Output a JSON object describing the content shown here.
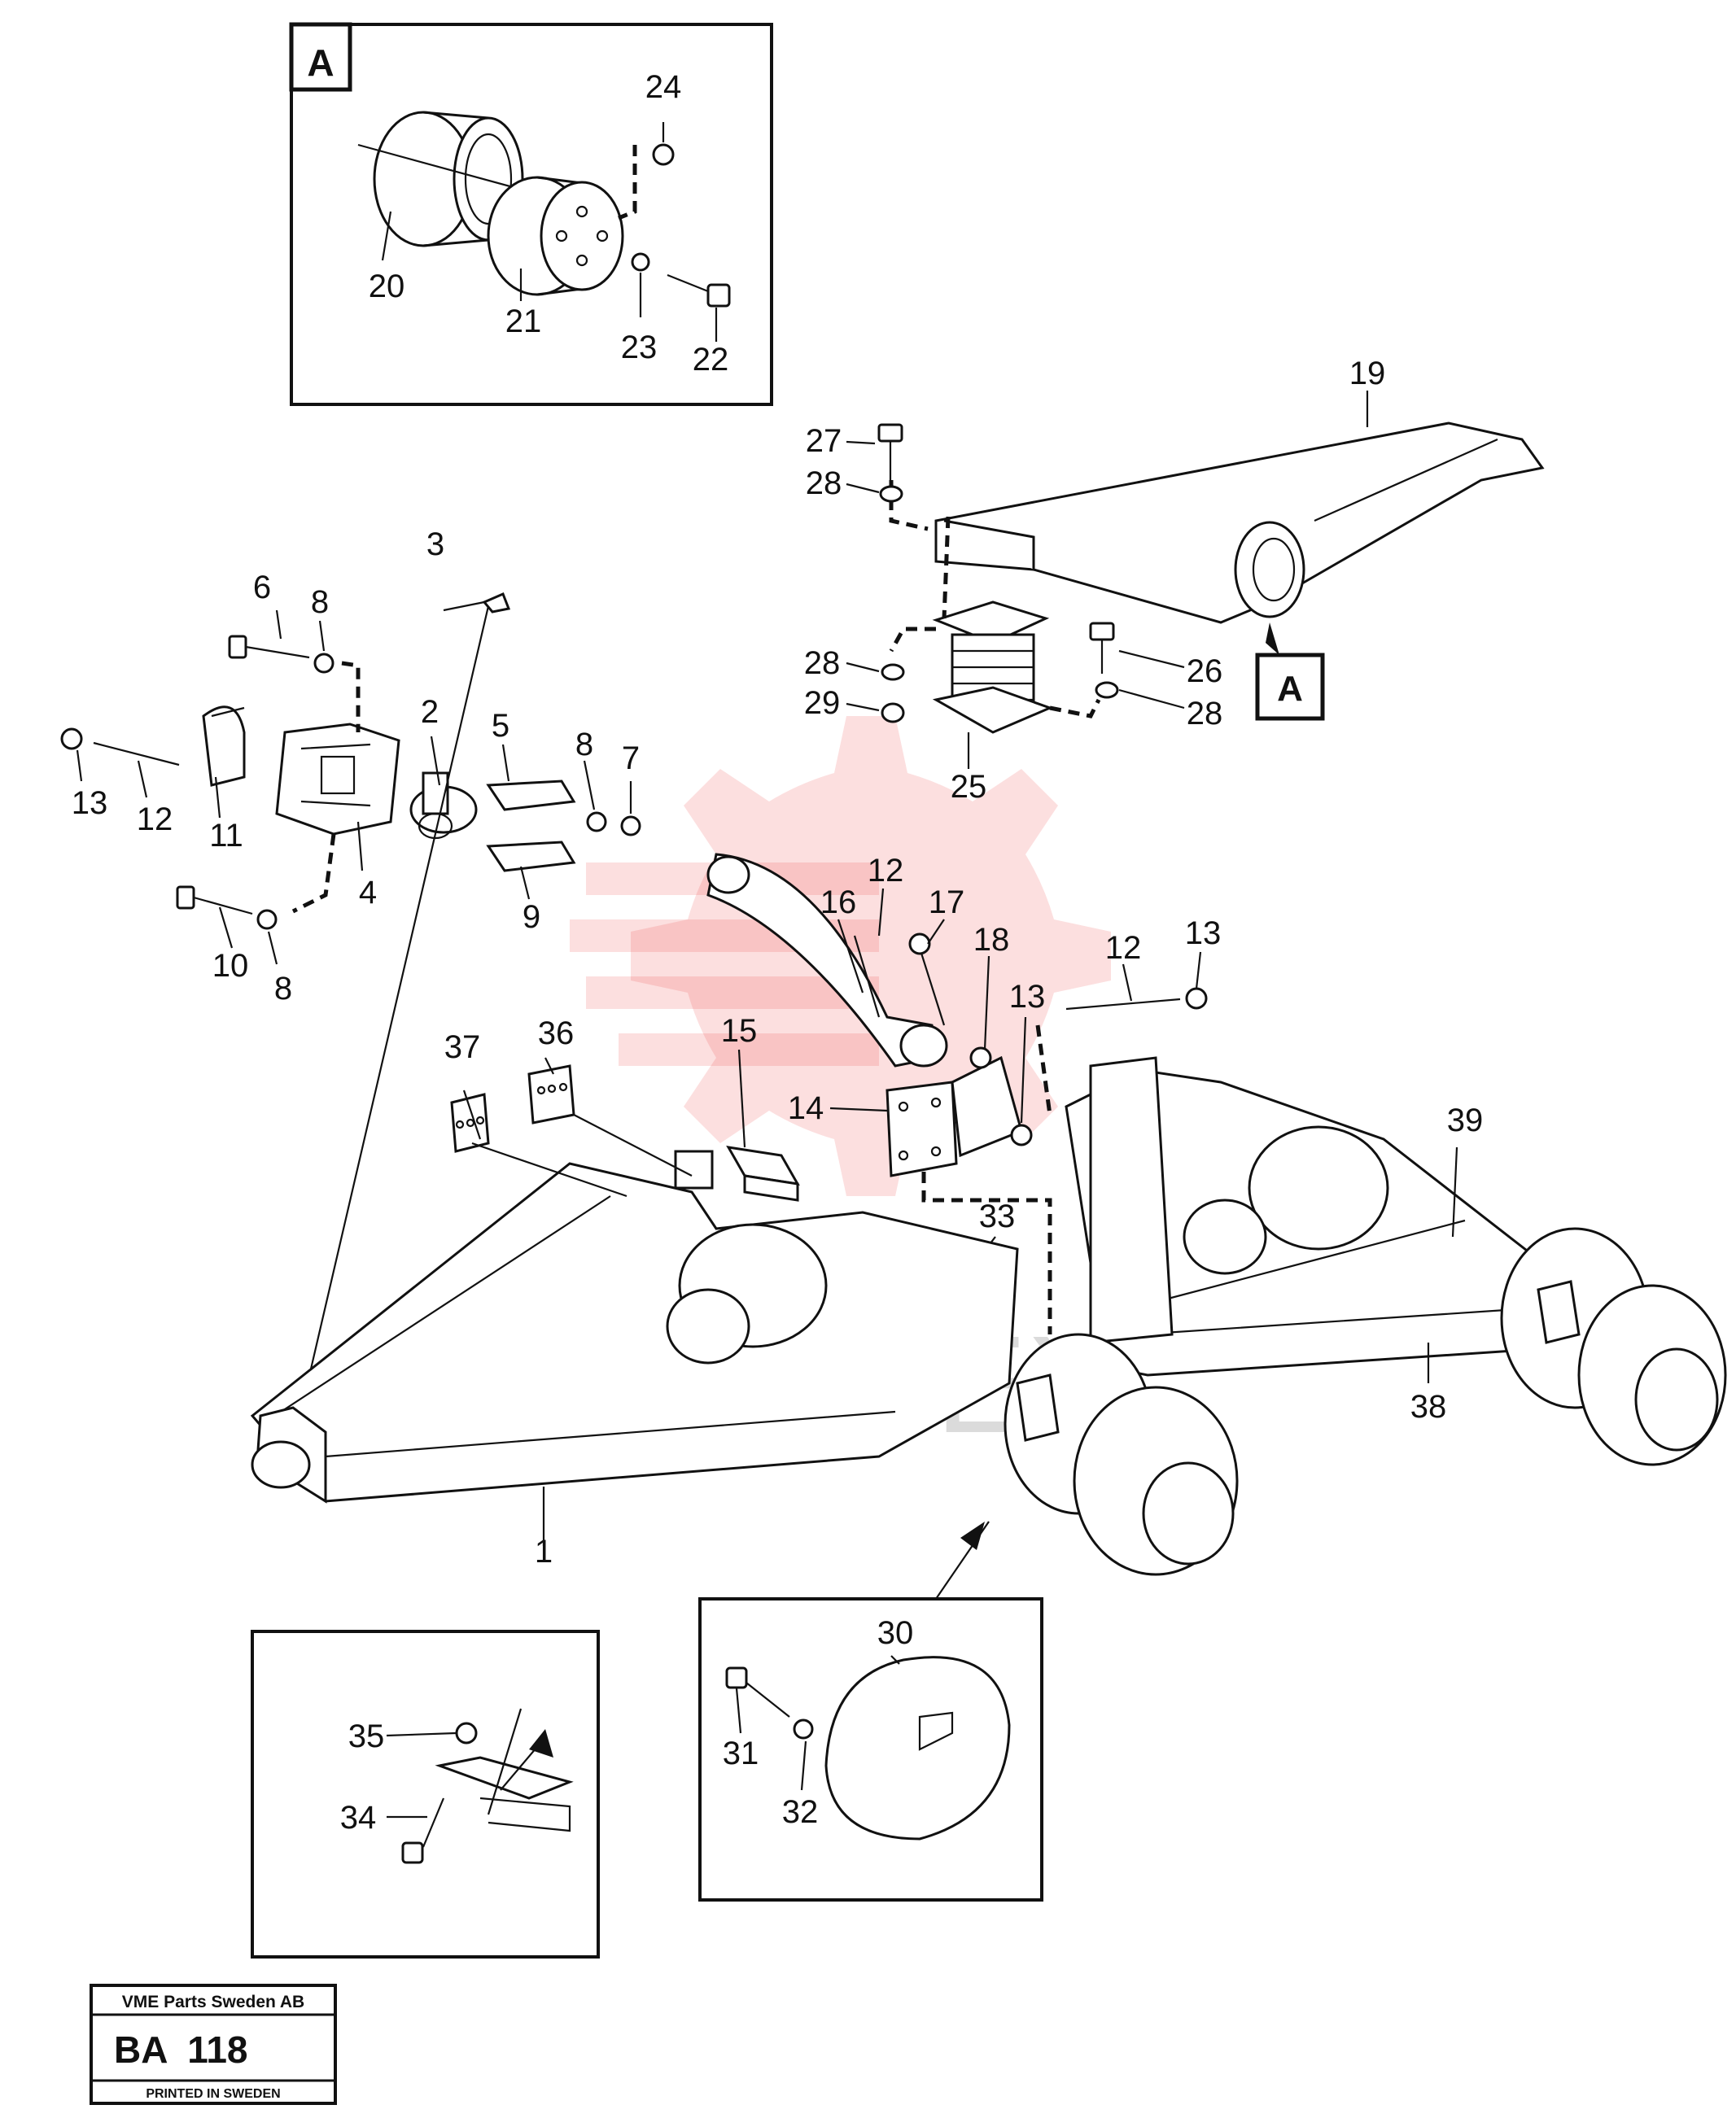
{
  "inset_a": {
    "letter": "A"
  },
  "callout_a": {
    "letter": "A"
  },
  "part_numbers": [
    {
      "id": "n1",
      "text": "1"
    },
    {
      "id": "n2",
      "text": "2"
    },
    {
      "id": "n3",
      "text": "3"
    },
    {
      "id": "n4",
      "text": "4"
    },
    {
      "id": "n5",
      "text": "5"
    },
    {
      "id": "n6",
      "text": "6"
    },
    {
      "id": "n7",
      "text": "7"
    },
    {
      "id": "n8a",
      "text": "8"
    },
    {
      "id": "n8b",
      "text": "8"
    },
    {
      "id": "n8c",
      "text": "8"
    },
    {
      "id": "n9",
      "text": "9"
    },
    {
      "id": "n10",
      "text": "10"
    },
    {
      "id": "n11",
      "text": "11"
    },
    {
      "id": "n12a",
      "text": "12"
    },
    {
      "id": "n12b",
      "text": "12"
    },
    {
      "id": "n12c",
      "text": "12"
    },
    {
      "id": "n13a",
      "text": "13"
    },
    {
      "id": "n13b",
      "text": "13"
    },
    {
      "id": "n13c",
      "text": "13"
    },
    {
      "id": "n14",
      "text": "14"
    },
    {
      "id": "n15",
      "text": "15"
    },
    {
      "id": "n16",
      "text": "16"
    },
    {
      "id": "n17",
      "text": "17"
    },
    {
      "id": "n18",
      "text": "18"
    },
    {
      "id": "n19",
      "text": "19"
    },
    {
      "id": "n20",
      "text": "20"
    },
    {
      "id": "n21",
      "text": "21"
    },
    {
      "id": "n22",
      "text": "22"
    },
    {
      "id": "n23",
      "text": "23"
    },
    {
      "id": "n24",
      "text": "24"
    },
    {
      "id": "n25",
      "text": "25"
    },
    {
      "id": "n26",
      "text": "26"
    },
    {
      "id": "n27",
      "text": "27"
    },
    {
      "id": "n28a",
      "text": "28"
    },
    {
      "id": "n28b",
      "text": "28"
    },
    {
      "id": "n28c",
      "text": "28"
    },
    {
      "id": "n29",
      "text": "29"
    },
    {
      "id": "n30",
      "text": "30"
    },
    {
      "id": "n31",
      "text": "31"
    },
    {
      "id": "n32",
      "text": "32"
    },
    {
      "id": "n33",
      "text": "33"
    },
    {
      "id": "n34",
      "text": "34"
    },
    {
      "id": "n35",
      "text": "35"
    },
    {
      "id": "n36",
      "text": "36"
    },
    {
      "id": "n37",
      "text": "37"
    },
    {
      "id": "n38",
      "text": "38"
    },
    {
      "id": "n39",
      "text": "39"
    }
  ],
  "title_block": {
    "company": "VME Parts Sweden AB",
    "code": "BA  118",
    "printed": "PRINTED IN SWEDEN"
  },
  "watermark": {
    "text": "ИНТЕХ",
    "color": "#ef3b3b"
  }
}
